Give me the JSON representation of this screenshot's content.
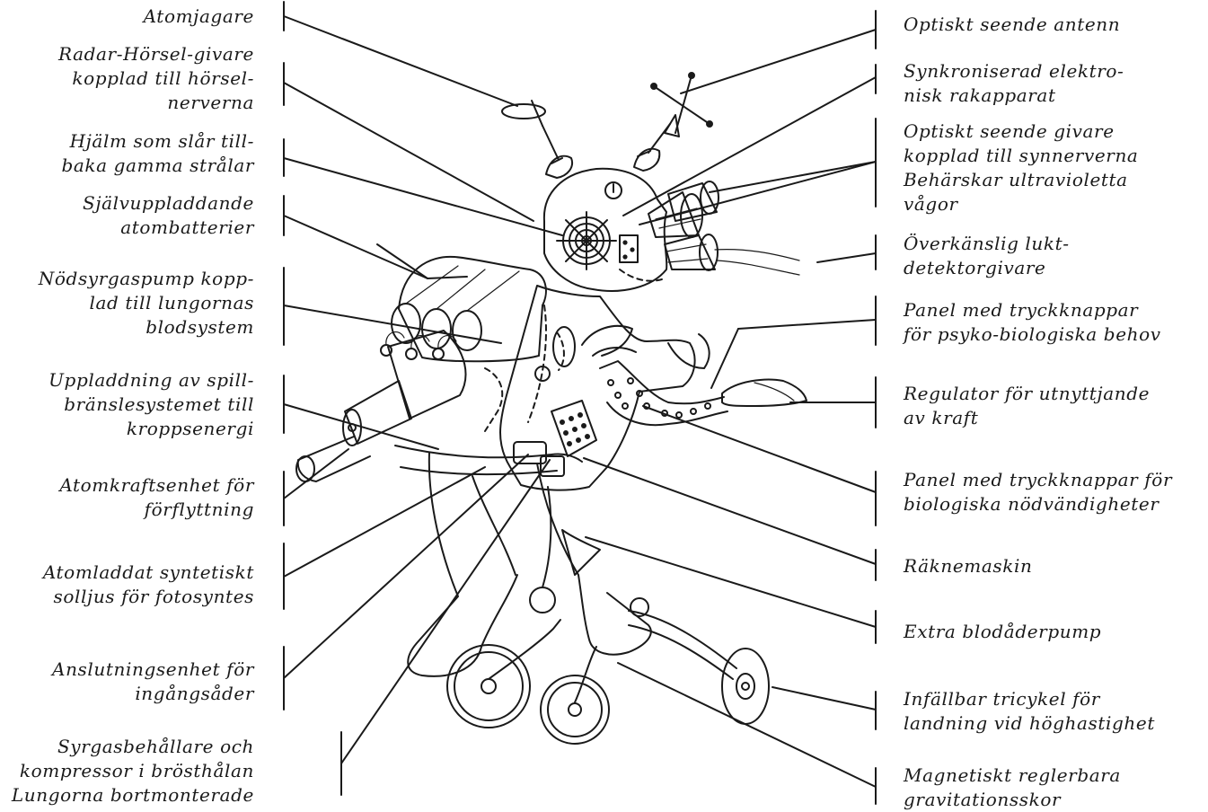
{
  "left_labels": [
    "Atomjagare",
    "Radar-Hörsel-givare\nkopplad till hörsel-\nnerverna",
    "Hjälm som slår till-\nbaka gamma strålar",
    "Självuppladdande\natombatterier",
    "Nödsyrgaspump kopp-\nlad till lungornas\nblodsystem",
    "Uppladdning av spill-\nbränslesystemet till\nkroppsenergi",
    "Atomkraftsenhet för\nförflyttning",
    "Atomladdat syntetiskt\nsolljus för fotosyntes",
    "Anslutningsenhet för\ningångsåder",
    "Syrgasbehållare och\nkompressor i brösthålan\nLungorna bortmonterade"
  ],
  "right_labels": [
    "Optiskt seende antenn",
    "Synkroniserad elektro-\nnisk rakapparat",
    "Optiskt seende givare\nkopplad till synnerverna\nBehärskar ultravioletta\nvågor",
    "Överkänslig lukt-\ndetektorgivare",
    "Panel med tryckknappar\nför psyko-biologiska behov",
    "Regulator för utnyttjande\nav kraft",
    "Panel med tryckknappar för\nbiologiska  nödvändigheter",
    "Räknemaskin",
    "Extra blodåderpump",
    "Infällbar tricykel för\nlandning vid höghastighet",
    "Magnetiskt reglerbara\ngravitationsskor"
  ]
}
